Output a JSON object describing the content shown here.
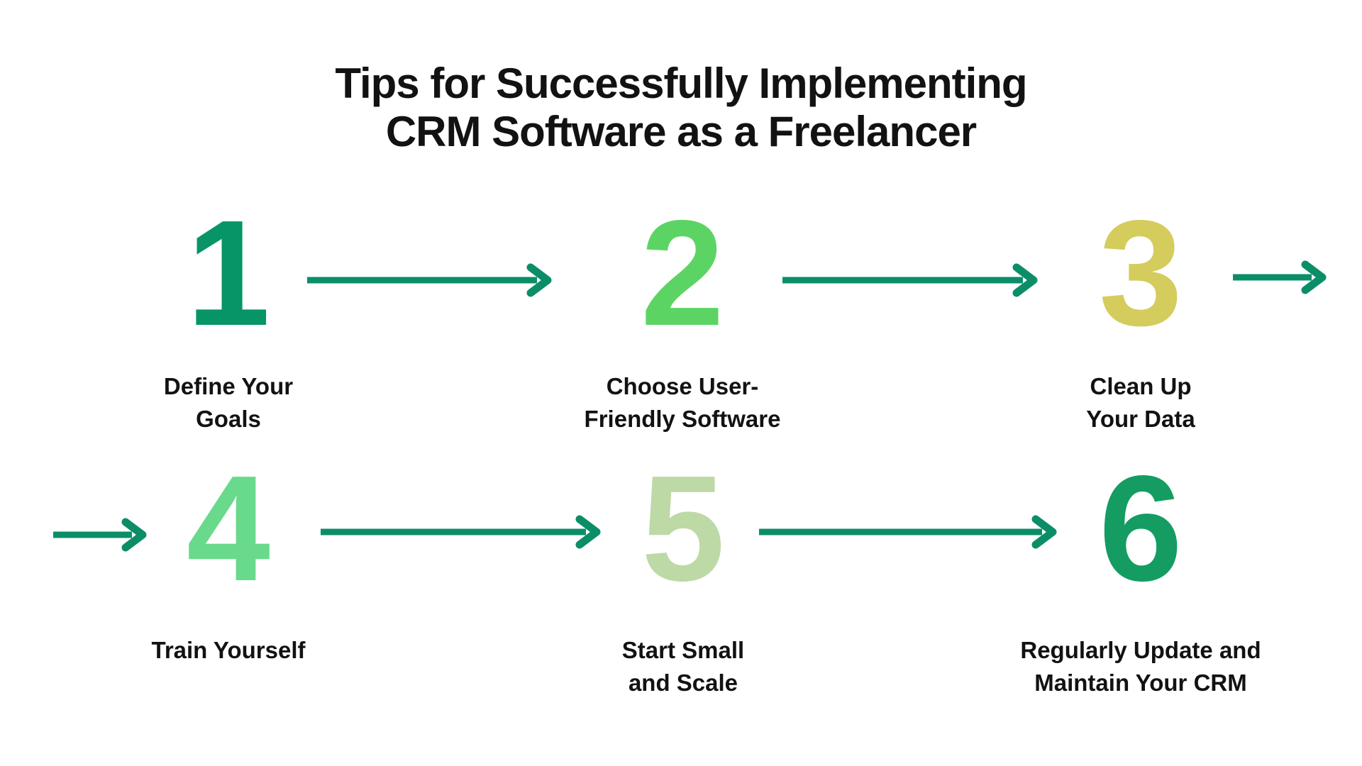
{
  "title": {
    "line1": "Tips for Successfully Implementing",
    "line2": "CRM Software as a Freelancer"
  },
  "steps": [
    {
      "number": "1",
      "color": "#079568",
      "label_lines": [
        "Define Your",
        "Goals"
      ]
    },
    {
      "number": "2",
      "color": "#5CD464",
      "label_lines": [
        "Choose User-",
        "Friendly Software"
      ]
    },
    {
      "number": "3",
      "color": "#D4CC5C",
      "label_lines": [
        "Clean Up",
        "Your Data"
      ]
    },
    {
      "number": "4",
      "color": "#69DA8B",
      "label_lines": [
        "Train Yourself"
      ]
    },
    {
      "number": "5",
      "color": "#BDD9A6",
      "label_lines": [
        "Start Small",
        "and Scale"
      ]
    },
    {
      "number": "6",
      "color": "#149C63",
      "label_lines": [
        "Regularly Update and",
        "Maintain Your CRM"
      ]
    }
  ],
  "colors": {
    "arrow": "#0B8E68",
    "text": "#121212",
    "background": "#FFFFFF"
  }
}
